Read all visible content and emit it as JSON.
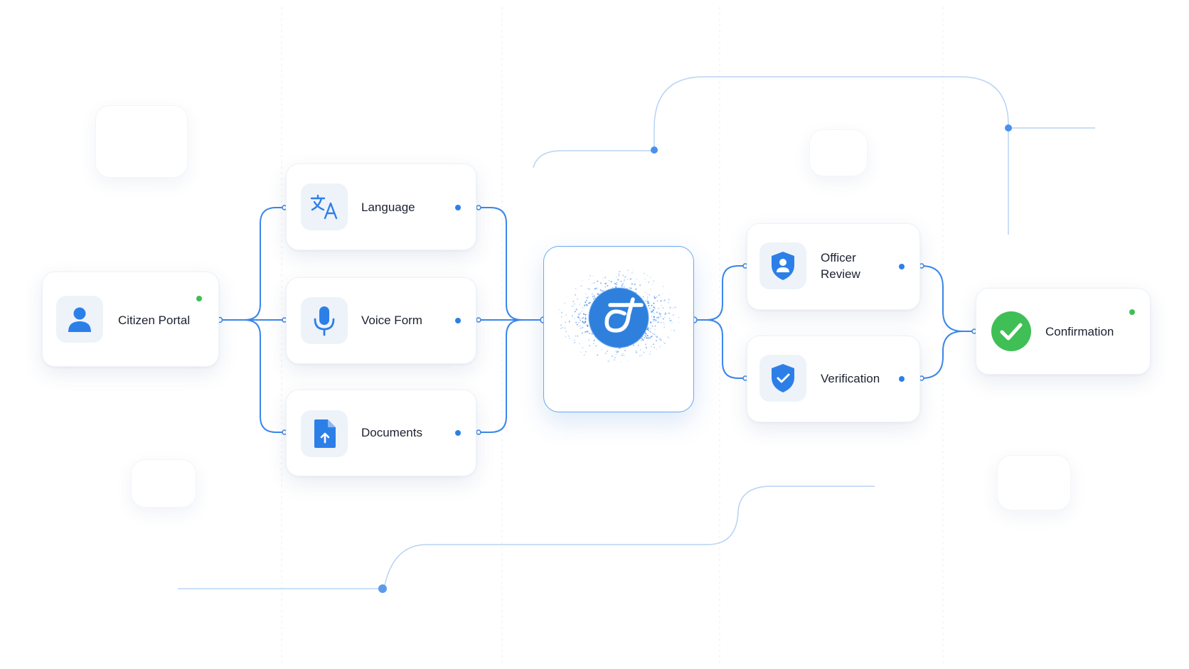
{
  "colors": {
    "accent": "#2d7fe8",
    "accent_light": "#e9f1fb",
    "line": "#3b86ea",
    "line_faint": "#b9d3f4",
    "success": "#3fbf55",
    "text": "#1b2230"
  },
  "nodes": {
    "citizen_portal": {
      "label": "Citizen Portal",
      "icon": "user-icon",
      "status": "online"
    },
    "language": {
      "label": "Language",
      "icon": "translate-icon"
    },
    "voice_form": {
      "label": "Voice Form",
      "icon": "microphone-icon"
    },
    "documents": {
      "label": "Documents",
      "icon": "file-upload-icon"
    },
    "hub": {
      "icon": "hub-logo-icon"
    },
    "officer_review": {
      "label": "Officer Review",
      "icon": "shield-user-icon"
    },
    "verification": {
      "label": "Verification",
      "icon": "shield-check-icon"
    },
    "confirmation": {
      "label": "Confirmation",
      "icon": "check-circle-icon",
      "status": "online"
    }
  }
}
